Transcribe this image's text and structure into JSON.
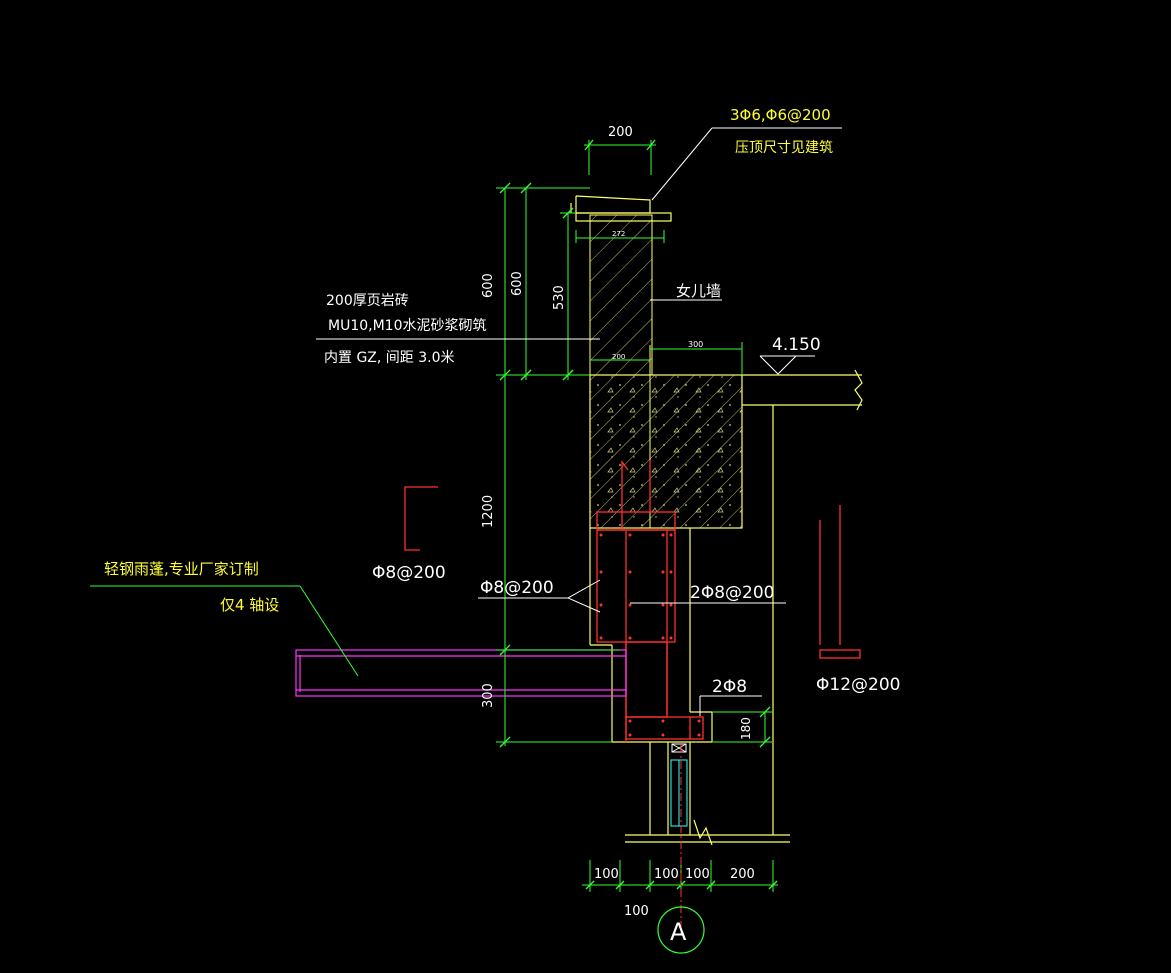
{
  "colors": {
    "background": "#000000",
    "outline": "#ffff66",
    "dimension": "#33ff33",
    "rebar": "#ff3030",
    "leader": "#ffffff",
    "annotation_yellow": "#ffff33",
    "magenta": "#ff33ff",
    "cyan": "#33ffff",
    "hatch": "#bdbd7a"
  },
  "labels": {
    "coping_rebar": "3Φ6,Φ6@200",
    "coping_note": "压顶尺寸见建筑",
    "parapet": "女儿墙",
    "masonry_1": "200厚页岩砖",
    "masonry_2": "MU10,M10水泥砂浆砌筑",
    "masonry_3": "内置 GZ, 间距 3.0米",
    "elevation": "4.150",
    "canopy_1": "轻钢雨蓬,专业厂家订制",
    "canopy_2": "仅4 轴设",
    "stirrup_left": "Φ8@200",
    "stirrup_mid": "Φ8@200",
    "bar_mid": "2Φ8@200",
    "bar_bottom": "2Φ8",
    "bar_right": "Φ12@200",
    "axis": "A"
  },
  "dims": {
    "top_width": "200",
    "small_272": "272",
    "small_200": "200",
    "slab_300": "300",
    "h600a": "600",
    "h600b": "600",
    "h530": "530",
    "h1200": "1200",
    "h300": "300",
    "h180": "180",
    "b100a": "100",
    "b100b": "100",
    "b100c": "100",
    "b200": "200",
    "b100d": "100"
  }
}
